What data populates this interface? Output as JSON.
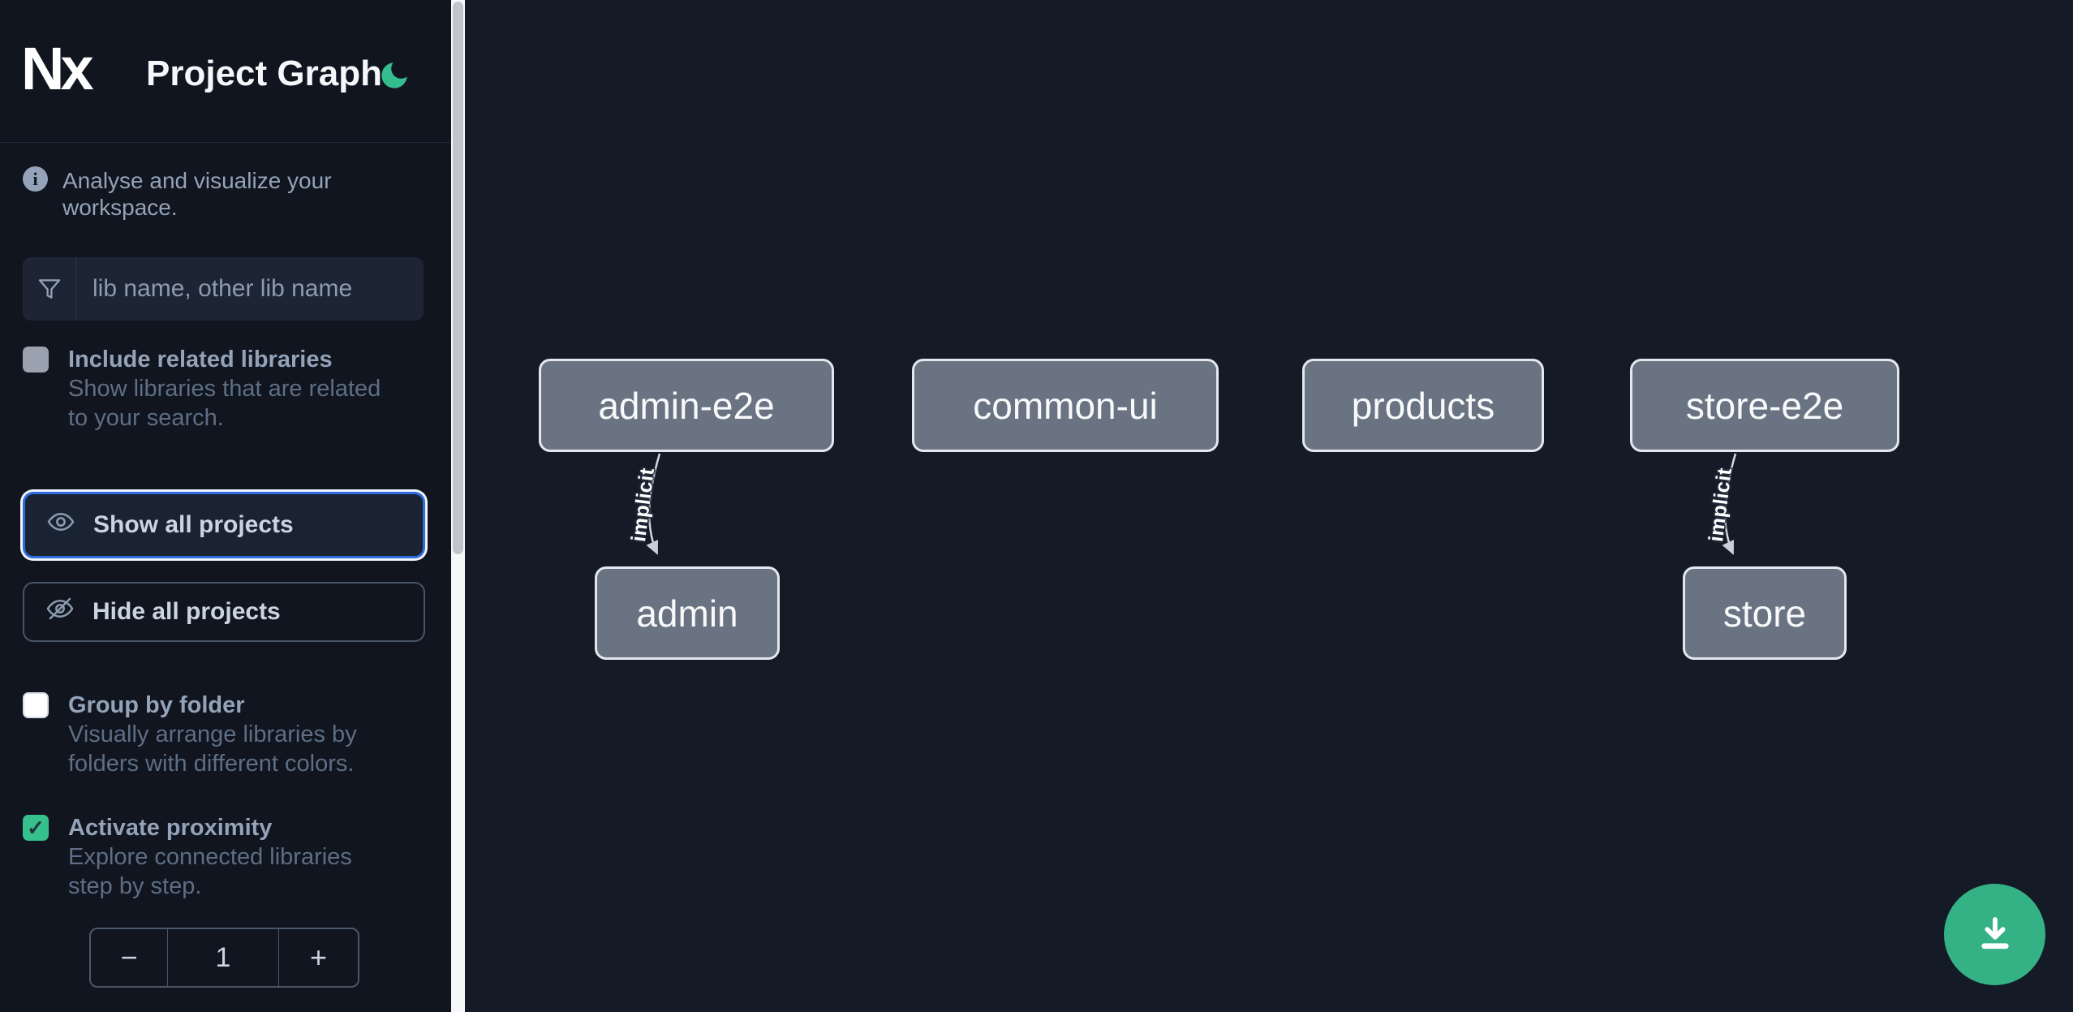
{
  "header": {
    "logo_text": "Nx",
    "title": "Project Graph",
    "theme_icon": "moon-icon"
  },
  "sidebar": {
    "info": "Analyse and visualize your workspace.",
    "search": {
      "placeholder": "lib name, other lib name",
      "value": "",
      "icon": "filter-funnel-icon"
    },
    "options": [
      {
        "id": "include-related-libraries",
        "label": "Include related libraries",
        "description": "Show libraries that are related to your search.",
        "checked": false,
        "disabled": true
      },
      {
        "id": "group-by-folder",
        "label": "Group by folder",
        "description": "Visually arrange libraries by folders with different colors.",
        "checked": false,
        "disabled": false
      },
      {
        "id": "activate-proximity",
        "label": "Activate proximity",
        "description": "Explore connected libraries step by step.",
        "checked": true,
        "disabled": false
      }
    ],
    "buttons": {
      "show_all": "Show all projects",
      "hide_all": "Hide all projects",
      "show_icon": "eye-icon",
      "hide_icon": "eye-off-icon"
    },
    "proximity": {
      "decrement": "−",
      "value": "1",
      "increment": "+"
    }
  },
  "graph": {
    "nodes": [
      {
        "label": "admin-e2e"
      },
      {
        "label": "common-ui"
      },
      {
        "label": "products"
      },
      {
        "label": "store-e2e"
      },
      {
        "label": "admin"
      },
      {
        "label": "store"
      }
    ],
    "edges": [
      {
        "from": "admin-e2e",
        "to": "admin",
        "label": "implicit"
      },
      {
        "from": "store-e2e",
        "to": "store",
        "label": "implicit"
      }
    ]
  },
  "fab": {
    "icon": "download-icon"
  },
  "colors": {
    "accent_green": "#34bd8d",
    "fab_green": "#34b286",
    "focus_blue": "#2f6ce0",
    "node_fill": "#6a7381",
    "sidebar_bg": "#10151f",
    "canvas_bg": "#151a27"
  }
}
